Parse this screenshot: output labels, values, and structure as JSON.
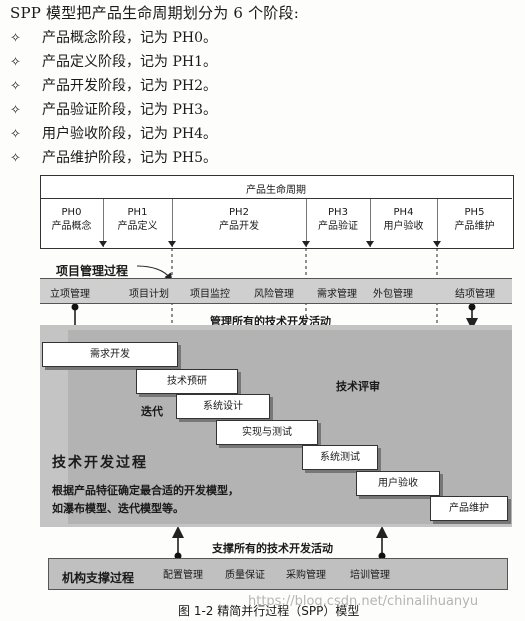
{
  "intro": "SPP 模型把产品生命周期划分为 6 个阶段:",
  "bullet_mark": "✧",
  "bullets": [
    "产品概念阶段，记为 PH0。",
    "产品定义阶段，记为 PH1。",
    "产品开发阶段，记为 PH2。",
    "产品验证阶段，记为 PH3。",
    "用户验收阶段，记为 PH4。",
    "产品维护阶段，记为 PH5。"
  ],
  "lifecycle_title": "产品生命周期",
  "phases": [
    {
      "code": "PH0",
      "name": "产品概念"
    },
    {
      "code": "PH1",
      "name": "产品定义"
    },
    {
      "code": "PH2",
      "name": "产品开发"
    },
    {
      "code": "PH3",
      "name": "产品验证"
    },
    {
      "code": "PH4",
      "name": "用户验收"
    },
    {
      "code": "PH5",
      "name": "产品维护"
    }
  ],
  "pm_label": "项目管理过程",
  "pm_items": [
    "立项管理",
    "项目计划",
    "项目监控",
    "风险管理",
    "需求管理",
    "外包管理",
    "结项管理"
  ],
  "manage_text": "管理所有的技术开发活动",
  "steps": [
    "需求开发",
    "技术预研",
    "系统设计",
    "实现与测试",
    "系统测试",
    "用户验收",
    "产品维护"
  ],
  "iteration_label": "迭代",
  "tech_review_label": "技术评审",
  "tech_title": "技术开发过程",
  "tech_desc": [
    "根据产品特征确定最合适的开发模型，",
    "如瀑布模型、迭代模型等。"
  ],
  "support_text": "支撑所有的技术开发活动",
  "support_title": "机构支撑过程",
  "support_items": [
    "配置管理",
    "质量保证",
    "采购管理",
    "培训管理"
  ],
  "caption": "图 1-2   精简并行过程（SPP）模型",
  "watermark": "https://blog.csdn.net/chinalihuanyu"
}
